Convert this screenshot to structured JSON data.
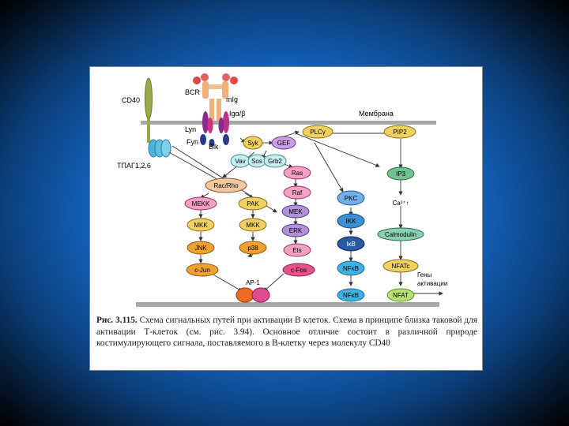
{
  "labels": {
    "bcr": "BCR",
    "cd40": "CD40",
    "mig": "mIg",
    "igab": "Igα/β",
    "membrane": "Мембрана",
    "lyn": "Lyn",
    "fyn": "Fyn",
    "blk": "Blk",
    "tpag": "ТПАГ1,2,6",
    "ca": "Ca²⁺↑",
    "gene": "Гены",
    "activation": "активации"
  },
  "nodes": {
    "syk": "Syk",
    "gef": "GEF",
    "plcg": "PLCγ",
    "pip2": "PIP2",
    "vav": "Vav",
    "sos": "Sos",
    "grb2": "Grb2",
    "ras": "Ras",
    "ip3": "IP3",
    "rac": "Rac/Rho",
    "raf": "Raf",
    "pkc": "PKC",
    "mekk": "MEKK",
    "pak": "PAK",
    "mek": "MEK",
    "ikk": "IKK",
    "calmodulin": "Calmodulin",
    "mkk1": "MKK",
    "mkk2": "MKK",
    "erk": "ERK",
    "ikb": "IκB",
    "jnk": "JNK",
    "p38": "p38",
    "ets": "Ets",
    "nfat_c": "NFATc",
    "cjun": "c-Jun",
    "cfos": "c-Fos",
    "nfkb1": "NFκB",
    "ap1": "AP-1",
    "nfkb2": "NFκB",
    "nfat": "NFAT"
  },
  "caption": {
    "label": "Рис. 3.115.",
    "text": "Схема сигнальных путей при активации В клеток. Схема в принципе близка таковой для активации Т-клеток (см. рис. 3.94). Основное отличие состоит в различной природе костимулирующего сигнала, поставляемого в В-клетку через молекулу CD40"
  }
}
